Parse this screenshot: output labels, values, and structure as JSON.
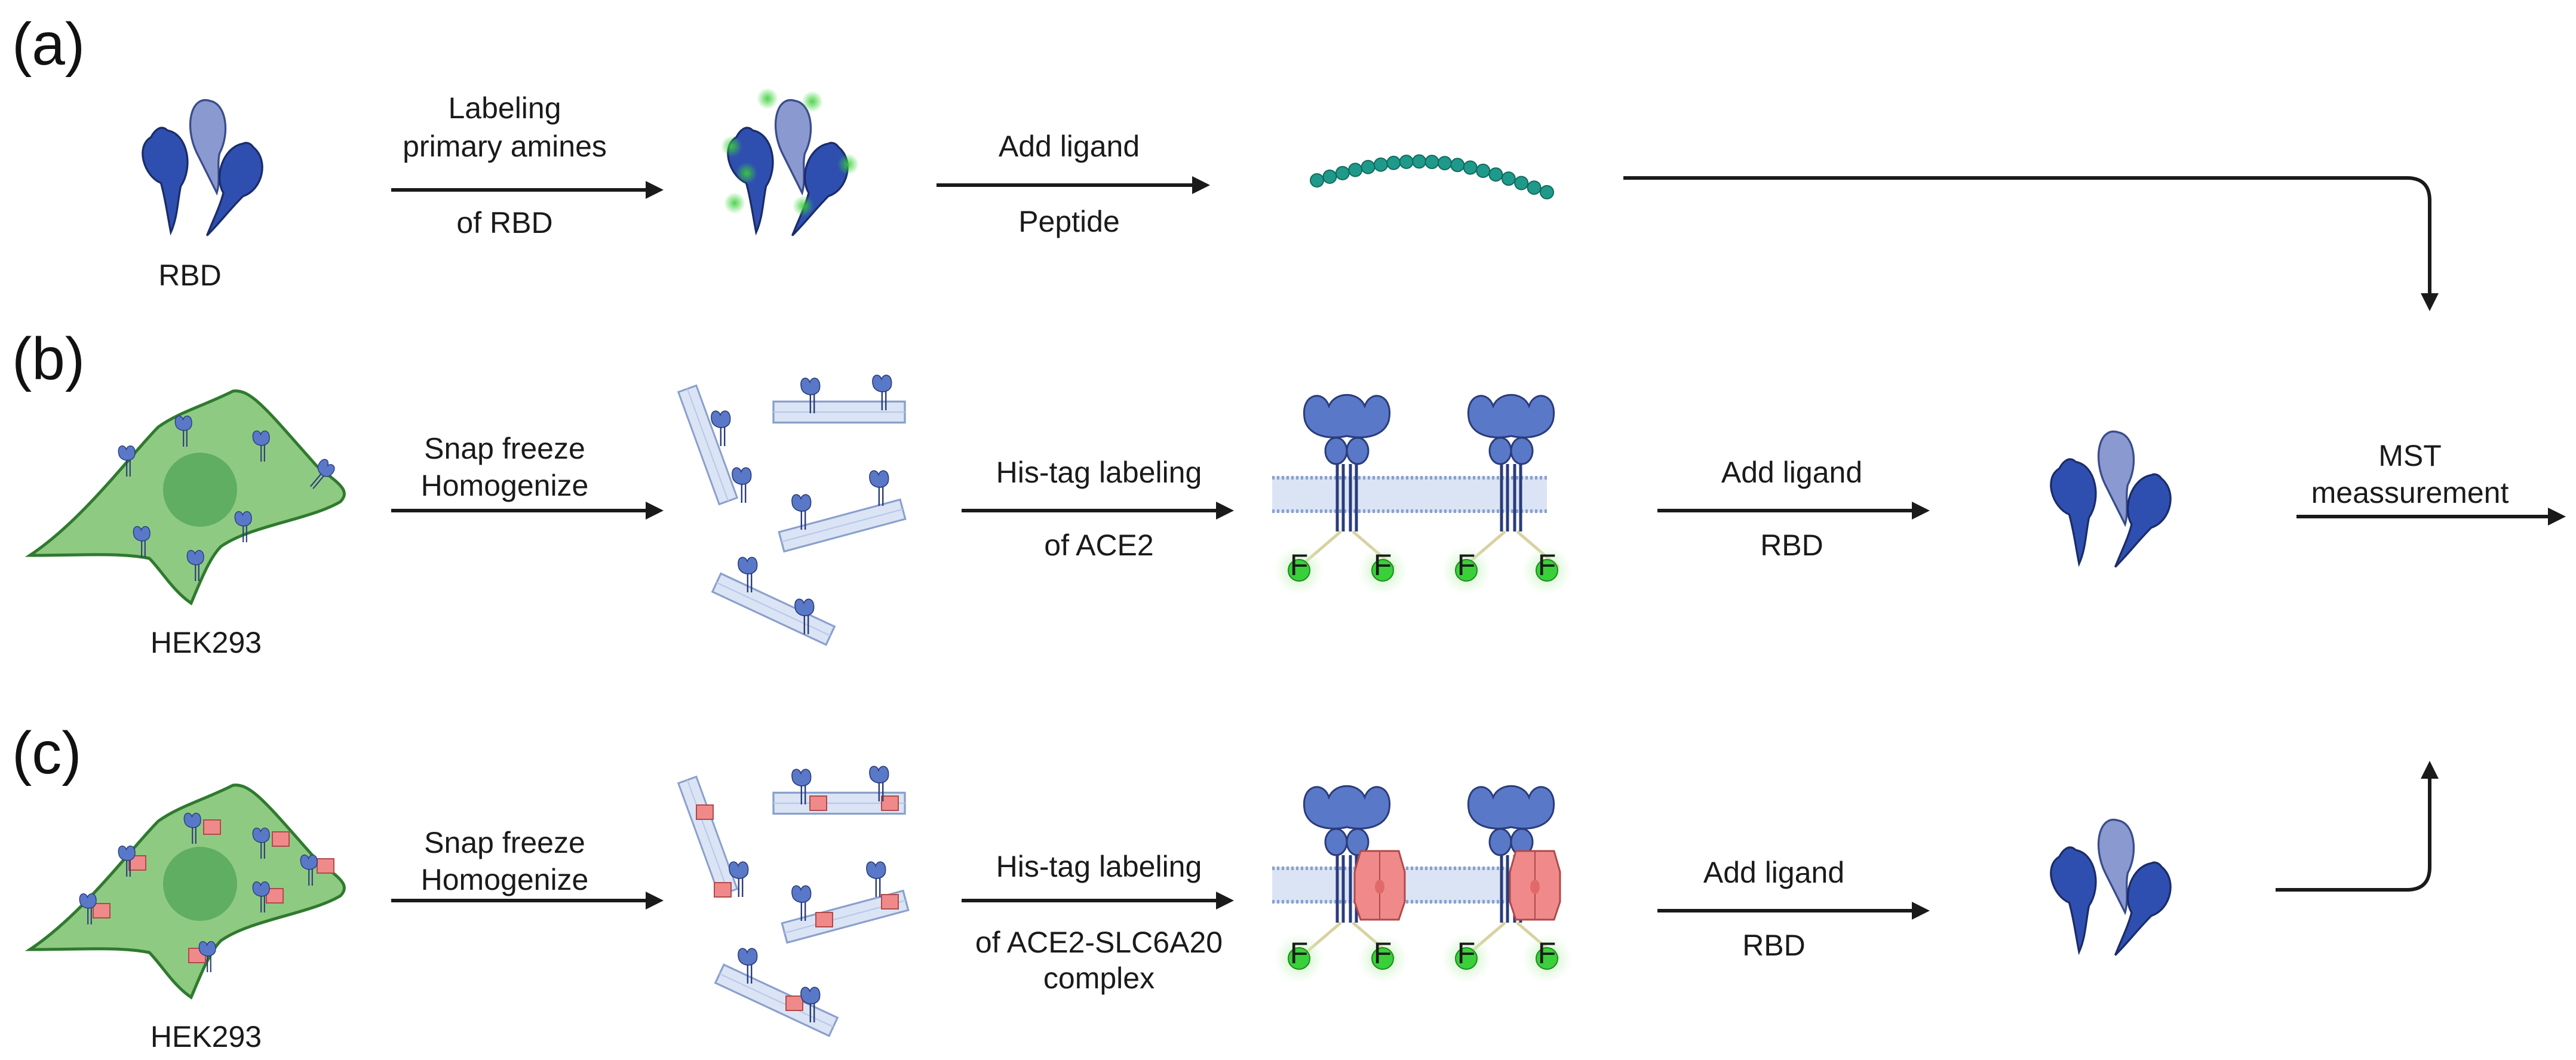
{
  "panels": {
    "a": {
      "label": "(a)",
      "rbd_label": "RBD",
      "step1_line1": "Labeling",
      "step1_line2": "primary amines",
      "step1_line3": "of RBD",
      "step2_top": "Add ligand",
      "step2_bottom": "Peptide"
    },
    "b": {
      "label": "(b)",
      "cell_label": "HEK293",
      "step1_line1": "Snap freeze",
      "step1_line2": "Homogenize",
      "step2_top": "His-tag labeling",
      "step2_bottom": "of ACE2",
      "step3_top": "Add ligand",
      "step3_bottom": "RBD",
      "step4_line1": "MST",
      "step4_line2": "meassurement"
    },
    "c": {
      "label": "(c)",
      "cell_label": "HEK293",
      "step1_line1": "Snap freeze",
      "step1_line2": "Homogenize",
      "step2_top": "His-tag labeling",
      "step2_line2": "of ACE2-SLC6A20",
      "step2_line3": "complex",
      "step3_top": "Add ligand",
      "step3_bottom": "RBD"
    },
    "fluor_letter": "F"
  },
  "colors": {
    "rbd_dark": "#2f4fb0",
    "rbd_light": "#8a9ad0",
    "cell_fill": "#8fca82",
    "cell_edge": "#2f7a2f",
    "nucleus": "#5fae62",
    "peptide": "#1f9a8a",
    "membrane": "#b8c8e8",
    "ace2": "#5a78c8",
    "slc": "#f08a8a",
    "fluor": "#39d039",
    "arrow": "#1a1a1a"
  }
}
